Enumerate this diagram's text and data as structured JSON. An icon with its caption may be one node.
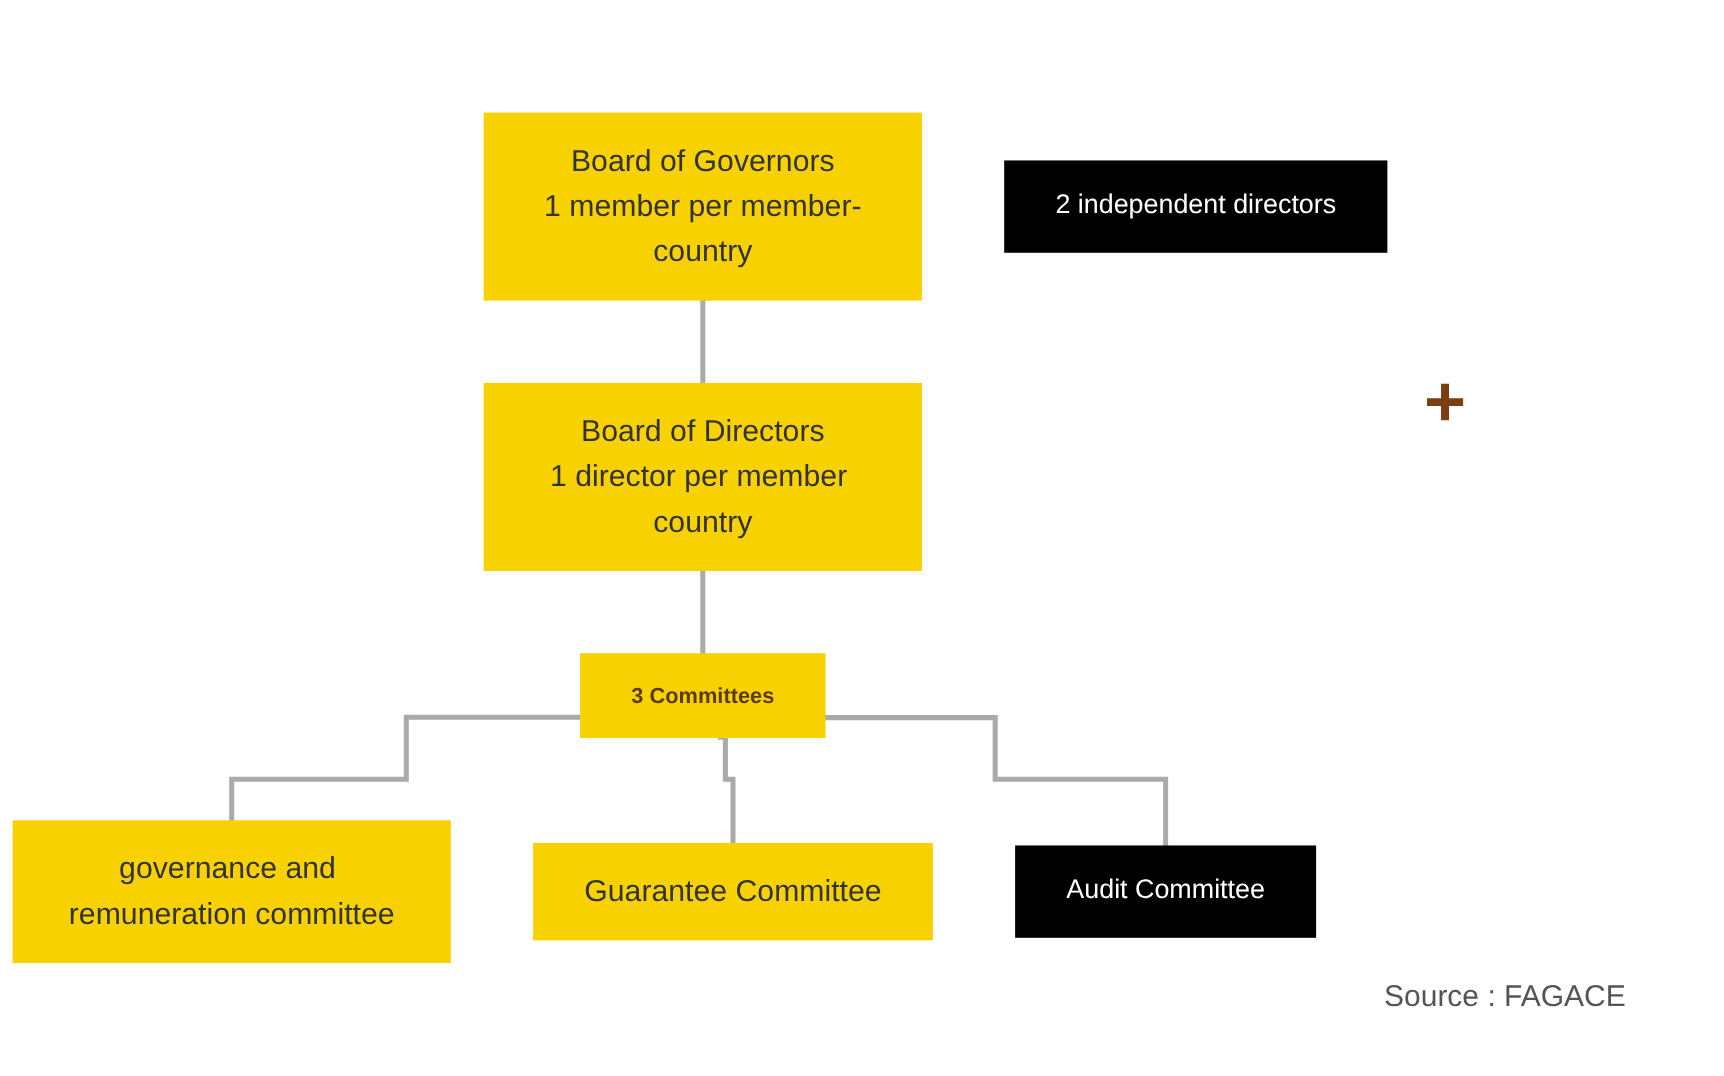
{
  "diagram": {
    "nodes": [
      {
        "text": [
          "Board of Governors",
          "1 member per member-country"
        ]
      },
      {
        "text": [
          "Board of Directors",
          "1 director per member country"
        ]
      },
      {
        "text": [
          "2 independent directors"
        ]
      },
      {
        "text": [
          "3 Committees"
        ]
      },
      {
        "text": [
          "governance and remuneration committee"
        ]
      },
      {
        "text": [
          "Guarantee Committee"
        ]
      },
      {
        "text": [
          "Audit Committee"
        ]
      }
    ],
    "edges": [
      {
        "from": 0,
        "to": 1,
        "arrow": "none"
      },
      {
        "from": 1,
        "to": 3,
        "arrow": "none"
      },
      {
        "from": 3,
        "to": 4,
        "arrow": "none"
      },
      {
        "from": 3,
        "to": 5,
        "arrow": "none"
      },
      {
        "from": 3,
        "to": 6,
        "arrow": "none"
      }
    ],
    "labels": [
      "+",
      "Source : FAGACE"
    ]
  }
}
